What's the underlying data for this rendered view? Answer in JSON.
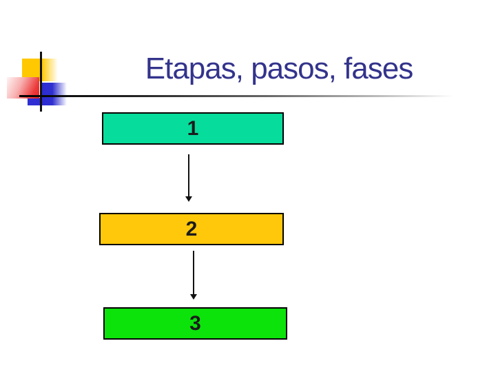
{
  "title": {
    "text": "Etapas, pasos, fases",
    "color": "#33338C"
  },
  "flowchart": {
    "boxes": [
      {
        "label": "1",
        "fill": "#06DC9C"
      },
      {
        "label": "2",
        "fill": "#FFC80A"
      },
      {
        "label": "3",
        "fill": "#0BE30B"
      }
    ],
    "number_color": "#1C1C1C",
    "border_color": "#000000",
    "arrow_color": "#111111"
  },
  "decoration": {
    "yellow_square_color": "#FFC800",
    "pink_square_color": "#E42222",
    "blue_square_color": "#2B2BD5",
    "crosshair_color": "#111111",
    "rule_gradient_start": "#000000",
    "rule_gradient_end": "#FFFFFF"
  }
}
